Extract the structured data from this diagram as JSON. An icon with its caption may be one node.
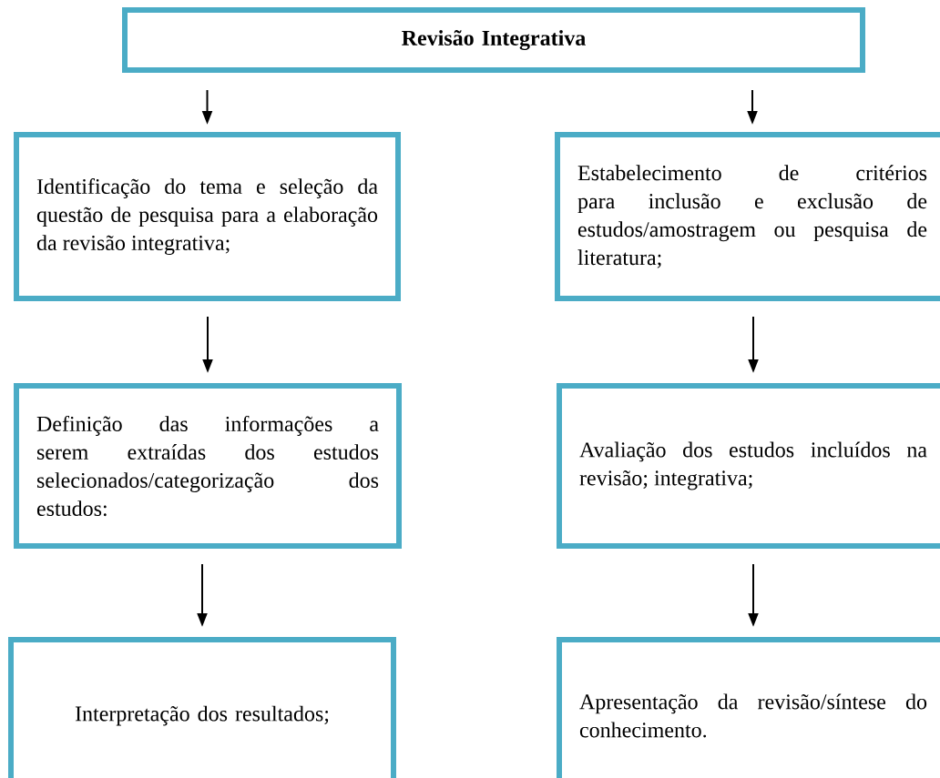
{
  "diagram": {
    "nodes": [
      {
        "text": [
          "Revisão Integrativa"
        ]
      },
      {
        "text": [
          "Identificação do tema e seleção da questão de pesquisa para a elaboração da revisão integrativa;"
        ]
      },
      {
        "text": [
          "Definição das informações a serem extraídas dos estudos selecionados/categorização dos estudos:"
        ]
      },
      {
        "text": [
          "Interpretação dos resultados;"
        ]
      },
      {
        "text": [
          "Estabelecimento de critérios para inclusão e exclusão de estudos/amostragem ou pesquisa de literatura;"
        ]
      },
      {
        "text": [
          "Avaliação dos estudos incluídos na revisão; integrativa;"
        ]
      },
      {
        "text": [
          "Apresentação da revisão/síntese do conhecimento."
        ]
      }
    ],
    "edges": [
      {
        "from": 0,
        "to": 1,
        "arrow": "to"
      },
      {
        "from": 1,
        "to": 2,
        "arrow": "to"
      },
      {
        "from": 2,
        "to": 3,
        "arrow": "to"
      },
      {
        "from": 0,
        "to": 4,
        "arrow": "to"
      },
      {
        "from": 4,
        "to": 5,
        "arrow": "to"
      },
      {
        "from": 5,
        "to": 6,
        "arrow": "to"
      }
    ]
  }
}
